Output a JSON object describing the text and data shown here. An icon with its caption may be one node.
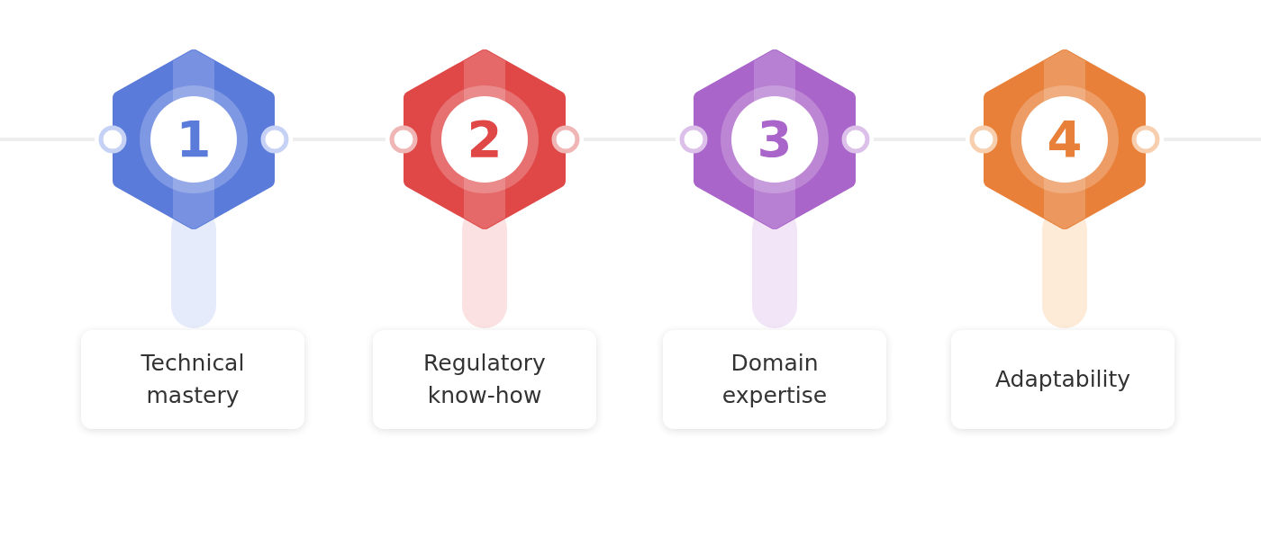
{
  "diagram": {
    "nodes": [
      {
        "text": [
          "1"
        ]
      },
      {
        "text": [
          "2"
        ]
      },
      {
        "text": [
          "3"
        ]
      },
      {
        "text": [
          "4"
        ]
      },
      {
        "text": [
          "Technical mastery"
        ]
      },
      {
        "text": [
          "Regulatory know-how"
        ]
      },
      {
        "text": [
          "Domain expertise"
        ]
      },
      {
        "text": [
          "Adaptability"
        ]
      }
    ],
    "edges": [
      {
        "from": 0,
        "to": 1,
        "arrow": "none"
      },
      {
        "from": 1,
        "to": 2,
        "arrow": "none"
      },
      {
        "from": 2,
        "to": 3,
        "arrow": "none"
      },
      {
        "from": 0,
        "to": 4,
        "arrow": "none"
      },
      {
        "from": 1,
        "to": 5,
        "arrow": "none"
      },
      {
        "from": 2,
        "to": 6,
        "arrow": "none"
      },
      {
        "from": 3,
        "to": 7,
        "arrow": "none"
      }
    ]
  }
}
